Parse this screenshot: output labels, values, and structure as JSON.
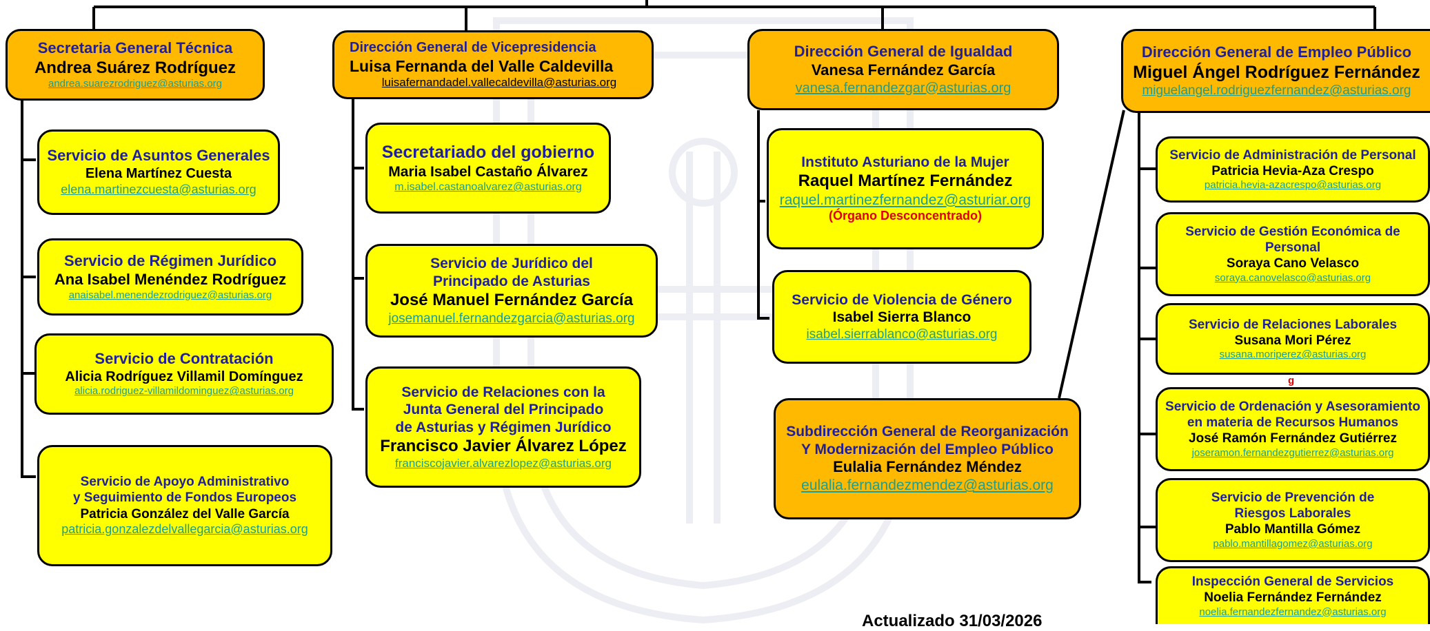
{
  "boxes": {
    "sgt": {
      "unit": "Secretaria General Técnica",
      "person": "Andrea Suárez Rodríguez",
      "email": "andrea.suarezrodriguez@asturias.org"
    },
    "dgv": {
      "unit": "Dirección General de Vicepresidencia",
      "person": "Luisa Fernanda del Valle Caldevilla",
      "email": "luisafernandadel.vallecaldevilla@asturias.org"
    },
    "dgi": {
      "unit": "Dirección General de Igualdad",
      "person": "Vanesa Fernández García",
      "email": "vanesa.fernandezgar@asturias.org"
    },
    "dgep": {
      "unit": "Dirección General de Empleo Público",
      "person": "Miguel Ángel Rodríguez Fernández",
      "email": "miguelangel.rodriguezfernandez@asturias.org"
    },
    "asuntos": {
      "unit": "Servicio de Asuntos Generales",
      "person": "Elena Martínez Cuesta",
      "email": "elena.martinezcuesta@asturias.org"
    },
    "regimen": {
      "unit": "Servicio de Régimen Jurídico",
      "person": "Ana Isabel Menéndez Rodríguez",
      "email": "anaisabel.menendezrodriguez@asturias.org"
    },
    "contratacion": {
      "unit": "Servicio de Contratación",
      "person": "Alicia Rodríguez Villamil Domínguez",
      "email": "alicia.rodriguez-villamildominguez@asturias.org"
    },
    "apoyo": {
      "unit1": "Servicio de Apoyo Administrativo",
      "unit2": "y Seguimiento de Fondos Europeos",
      "person": "Patricia González del Valle García",
      "email": "patricia.gonzalezdelvallegarcia@asturias.org"
    },
    "secretariado": {
      "unit": "Secretariado del gobierno",
      "person": "Maria Isabel Castaño Álvarez",
      "email": "m.isabel.castanoalvarez@asturias.org"
    },
    "juridico": {
      "unit1": "Servicio de Jurídico del",
      "unit2": "Principado de Asturias",
      "person": "José Manuel Fernández García",
      "email": "josemanuel.fernandezgarcia@asturias.org"
    },
    "relaciones_junta": {
      "unit1": "Servicio de Relaciones con la",
      "unit2": "Junta General del Principado",
      "unit3": "de Asturias y Régimen Jurídico",
      "person": "Francisco Javier Álvarez López",
      "email": "franciscojavier.alvarezlopez@asturias.org"
    },
    "instituto": {
      "unit": "Instituto Asturiano de la Mujer",
      "person": "Raquel Martínez Fernández",
      "email": "raquel.martinezfernandez@asturiar.org",
      "note": "(Órgano Desconcentrado)"
    },
    "violencia": {
      "unit": "Servicio de Violencia de Género",
      "person": "Isabel Sierra Blanco",
      "email": "isabel.sierrablanco@asturias.org"
    },
    "subdireccion": {
      "unit1": "Subdirección General de Reorganización",
      "unit2": "Y Modernización del Empleo Público",
      "person": "Eulalia Fernández Méndez",
      "email": "eulalia.fernandezmendez@asturias.org"
    },
    "admin_personal": {
      "unit": "Servicio de Administración de Personal",
      "person": "Patricia Hevia-Aza Crespo",
      "email": "patricia.hevia-azacrespo@asturias.org"
    },
    "gestion_economica": {
      "unit1": "Servicio de Gestión Económica de",
      "unit2": "Personal",
      "person": "Soraya Cano Velasco",
      "email": "soraya.canovelasco@asturias.org"
    },
    "relaciones_laborales": {
      "unit": "Servicio de Relaciones Laborales",
      "person": "Susana Mori Pérez",
      "email": "susana.moriperez@asturias.org"
    },
    "ordenacion": {
      "unit1": "Servicio de Ordenación y Asesoramiento",
      "unit2": "en materia de Recursos Humanos",
      "person": "José Ramón Fernández Gutiérrez",
      "email": "joseramon.fernandezgutierrez@asturias.org"
    },
    "prevencion": {
      "unit1": "Servicio de Prevención de",
      "unit2": "Riesgos Laborales",
      "person": "Pablo Mantilla Gómez",
      "email": "pablo.mantillagomez@asturias.org"
    },
    "inspeccion": {
      "unit": "Inspección General de Servicios",
      "person": "Noelia Fernández Fernández",
      "email": "noelia.fernandezfernandez@asturias.org"
    }
  },
  "stray_mark": "g",
  "footer": "Actualizado 31/03/2026",
  "colors": {
    "director_box": "#FFB900",
    "service_box": "#FFFF00",
    "unit_text": "#1F1F9A",
    "email_text": "#1E9E8E",
    "note_text": "#E00000"
  }
}
